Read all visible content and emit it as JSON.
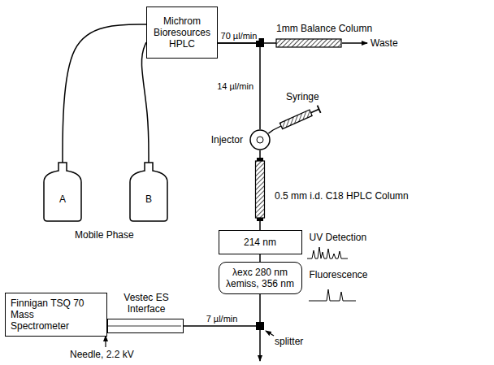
{
  "diagram": {
    "nodes": [
      {
        "text": [
          "Michrom Bioresources HPLC"
        ]
      },
      {
        "text": [
          "1mm Balance Column"
        ]
      },
      {
        "text": [
          "Syringe"
        ]
      },
      {
        "text": [
          "Injector"
        ]
      },
      {
        "text": [
          "0.5 mm i.d. C18 HPLC Column"
        ]
      },
      {
        "text": [
          "214 nm",
          "UV Detection"
        ]
      },
      {
        "text": [
          "λexc 280 nm",
          "λemiss, 356 nm",
          "Fluorescence"
        ]
      },
      {
        "text": [
          "Finnigan TSQ 70 Mass Spectrometer"
        ]
      },
      {
        "text": [
          "Vestec ES Interface"
        ]
      },
      {
        "text": [
          "A"
        ]
      },
      {
        "text": [
          "B"
        ]
      }
    ],
    "edges": [
      {
        "from": 9,
        "to": 0,
        "arrow": "none"
      },
      {
        "from": 10,
        "to": 0,
        "arrow": "none"
      },
      {
        "from": 0,
        "to": 1,
        "label": "70 µl/min",
        "arrow": "none"
      },
      {
        "from": 0,
        "to": 3,
        "label": "14 µl/min",
        "arrow": "none"
      },
      {
        "from": 2,
        "to": 3,
        "arrow": "none"
      },
      {
        "from": 3,
        "to": 4,
        "arrow": "none"
      },
      {
        "from": 4,
        "to": 5,
        "arrow": "none"
      },
      {
        "from": 5,
        "to": 6,
        "arrow": "none"
      },
      {
        "from": 6,
        "to": 8,
        "label": "7 µl/min",
        "arrow": "none"
      }
    ],
    "labels": [
      "Waste",
      "Mobile Phase",
      "splitter",
      "Needle, 2.2 kV"
    ]
  }
}
